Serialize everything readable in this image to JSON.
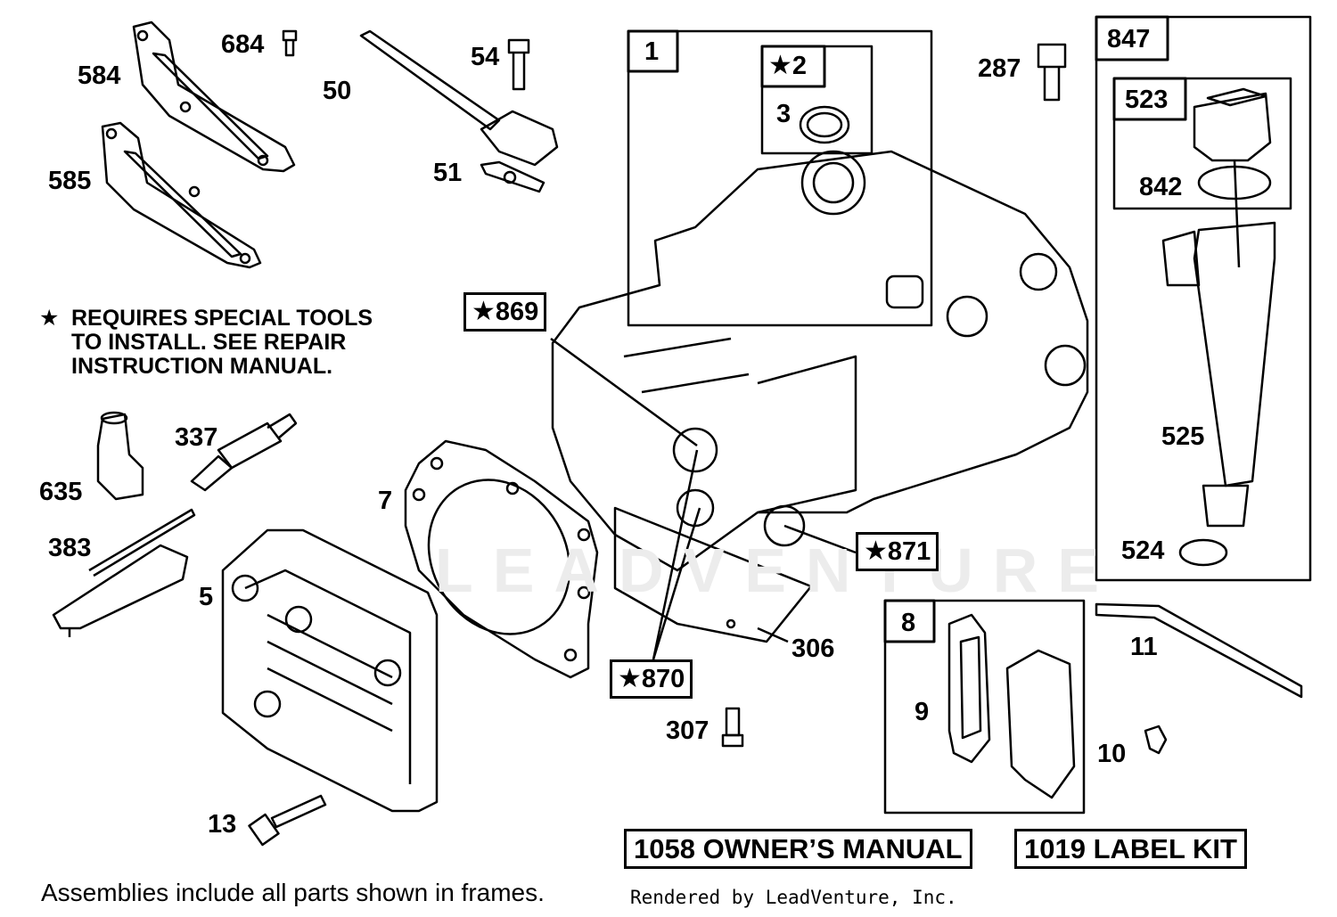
{
  "watermark": "LEADVENTURE",
  "note": {
    "star": "★",
    "line1": "REQUIRES SPECIAL TOOLS",
    "line2": "TO INSTALL.  SEE REPAIR",
    "line3": "INSTRUCTION MANUAL."
  },
  "parts": {
    "p584": "584",
    "p684": "684",
    "p50": "50",
    "p54": "54",
    "p585": "585",
    "p51": "51",
    "p1": "1",
    "p2": "2",
    "p3": "3",
    "p287": "287",
    "p847": "847",
    "p523": "523",
    "p842": "842",
    "p869": "869",
    "p525": "525",
    "p337": "337",
    "p635": "635",
    "p7": "7",
    "p871": "871",
    "p524": "524",
    "p383": "383",
    "p5": "5",
    "p8": "8",
    "p11": "11",
    "p306": "306",
    "p870": "870",
    "p9": "9",
    "p307": "307",
    "p10": "10",
    "p13": "13"
  },
  "star": "★",
  "manuals": {
    "owners": "1058 OWNER’S MANUAL",
    "label": "1019 LABEL KIT"
  },
  "footer": {
    "assemblies": "Assemblies include all parts shown in frames.",
    "credit": "Rendered by LeadVenture, Inc."
  }
}
